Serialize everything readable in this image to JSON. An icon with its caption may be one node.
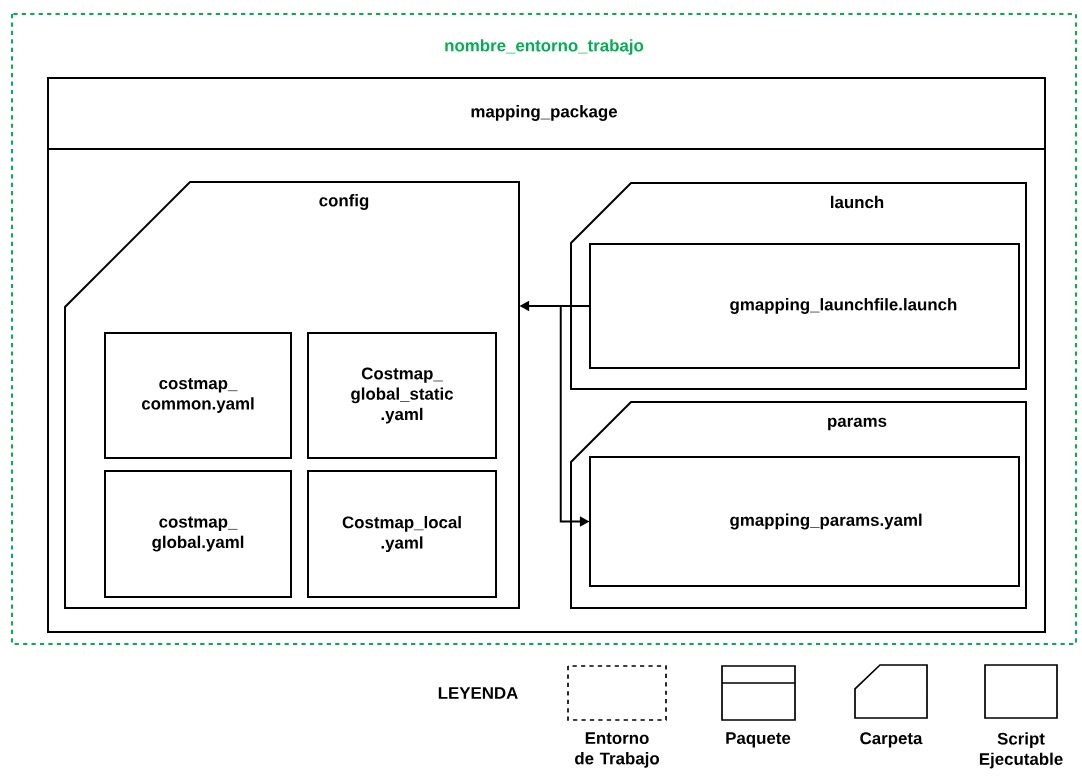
{
  "diagram": {
    "nodes": [
      {
        "text": [
          "nombre_entorno_trabajo"
        ]
      },
      {
        "text": [
          "mapping_package"
        ],
        "in": 0
      },
      {
        "text": [
          "config"
        ],
        "in": 1
      },
      {
        "text": [
          "costmap_ common.yaml"
        ],
        "in": 2
      },
      {
        "text": [
          "Costmap_ global_static .yaml"
        ],
        "in": 2
      },
      {
        "text": [
          "costmap_ global.yaml"
        ],
        "in": 2
      },
      {
        "text": [
          "Costmap_local .yaml"
        ],
        "in": 2
      },
      {
        "text": [
          "launch"
        ],
        "in": 1
      },
      {
        "text": [
          "gmapping_launchfile.launch"
        ],
        "in": 7
      },
      {
        "text": [
          "params"
        ],
        "in": 1
      },
      {
        "text": [
          "gmapping_params.yaml"
        ],
        "in": 9
      }
    ],
    "edges": [
      {
        "from": 8,
        "to": 2,
        "arrow": "to"
      },
      {
        "from": 8,
        "to": 10,
        "arrow": "to"
      }
    ],
    "labels": [
      "LEYENDA"
    ],
    "legend": [
      {
        "text": "Entorno de Trabajo"
      },
      {
        "text": "Paquete"
      },
      {
        "text": "Carpeta"
      },
      {
        "text": "Script Ejecutable"
      }
    ]
  }
}
